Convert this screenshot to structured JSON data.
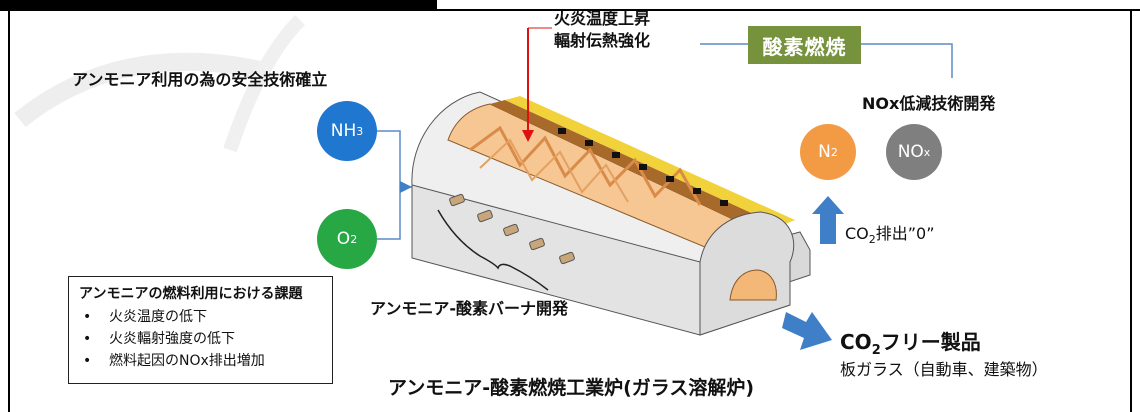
{
  "labels": {
    "safety": "アンモニア利用の為の安全技術確立",
    "flame_line1": "火炎温度上昇",
    "flame_line2": "輻射伝熱強化",
    "oxy_combustion": "酸素燃焼",
    "nox_tech": "NOx低減技術開発",
    "burner_dev": "アンモニア-酸素バーナ開発",
    "furnace_title": "アンモニア-酸素燃焼工業炉(ガラス溶解炉)",
    "co2_zero_prefix": "CO",
    "co2_zero_sub": "2",
    "co2_zero_suffix": "排出”0”",
    "co2_free_prefix": "CO",
    "co2_free_sub": "2",
    "co2_free_suffix": "フリー製品",
    "glass_products": "板ガラス（自動車、建築物）"
  },
  "molecules": {
    "nh3_main": "NH",
    "nh3_sub": "3",
    "o2_main": "O",
    "o2_sub": "2",
    "n2_main": "N",
    "n2_sub": "2",
    "nox_main": "NO",
    "nox_sub": "x"
  },
  "issues": {
    "title": "アンモニアの燃料利用における課題",
    "items": [
      "火炎温度の低下",
      "火炎輻射強度の低下",
      "燃料起因のNOx排出増加"
    ]
  },
  "colors": {
    "nh3": "#1f77d0",
    "o2": "#27a844",
    "n2": "#f39a44",
    "nox": "#7f7f7f",
    "oxy_box": "#76923c",
    "arrow_blue": "#3f7fc8",
    "flame_arrow": "#e01010"
  }
}
